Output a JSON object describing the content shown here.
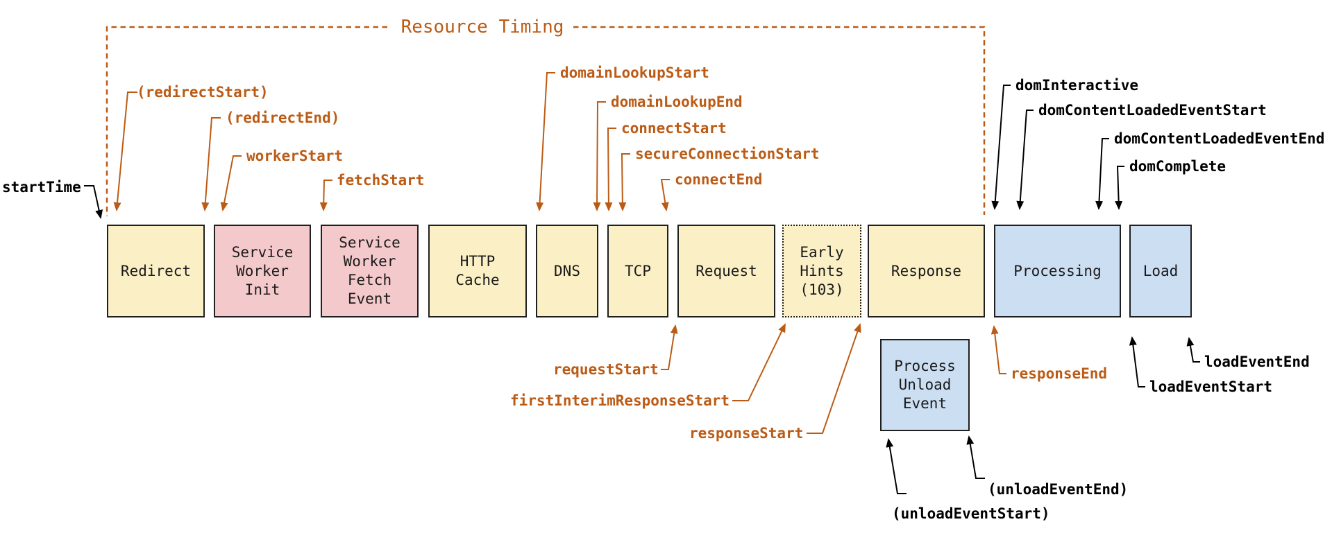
{
  "title": "Resource Timing",
  "palette": {
    "annotation_orange": "#bb5b15",
    "network_phase_yellow": "#faefc5",
    "service_worker_pink": "#f4c9cc",
    "dom_processing_blue": "#cbdef2",
    "box_border": "#1f1f1f",
    "annotation_black": "#000000"
  },
  "boxes": [
    {
      "id": "redirect",
      "label": "Redirect",
      "fill": "yellow"
    },
    {
      "id": "service-worker-init",
      "label": "Service\nWorker\nInit",
      "fill": "pink"
    },
    {
      "id": "service-worker-fetch-event",
      "label": "Service\nWorker\nFetch\nEvent",
      "fill": "pink"
    },
    {
      "id": "http-cache",
      "label": "HTTP\nCache",
      "fill": "yellow"
    },
    {
      "id": "dns",
      "label": "DNS",
      "fill": "yellow"
    },
    {
      "id": "tcp",
      "label": "TCP",
      "fill": "yellow"
    },
    {
      "id": "request",
      "label": "Request",
      "fill": "yellow"
    },
    {
      "id": "early-hints",
      "label": "Early\nHints\n(103)",
      "fill": "yellow",
      "border": "dotted"
    },
    {
      "id": "response",
      "label": "Response",
      "fill": "yellow"
    },
    {
      "id": "processing",
      "label": "Processing",
      "fill": "blue"
    },
    {
      "id": "load",
      "label": "Load",
      "fill": "blue"
    },
    {
      "id": "process-unload-event",
      "label": "Process\nUnload\nEvent",
      "fill": "blue"
    }
  ],
  "labels": [
    {
      "id": "redirect-start",
      "text": "(redirectStart)",
      "color": "orange"
    },
    {
      "id": "redirect-end",
      "text": "(redirectEnd)",
      "color": "orange"
    },
    {
      "id": "worker-start",
      "text": "workerStart",
      "color": "orange"
    },
    {
      "id": "fetch-start",
      "text": "fetchStart",
      "color": "orange"
    },
    {
      "id": "domain-lookup-start",
      "text": "domainLookupStart",
      "color": "orange"
    },
    {
      "id": "domain-lookup-end",
      "text": "domainLookupEnd",
      "color": "orange"
    },
    {
      "id": "connect-start",
      "text": "connectStart",
      "color": "orange"
    },
    {
      "id": "secure-connection-start",
      "text": "secureConnectionStart",
      "color": "orange"
    },
    {
      "id": "connect-end",
      "text": "connectEnd",
      "color": "orange"
    },
    {
      "id": "request-start",
      "text": "requestStart",
      "color": "orange"
    },
    {
      "id": "first-interim-response-start",
      "text": "firstInterimResponseStart",
      "color": "orange"
    },
    {
      "id": "response-start",
      "text": "responseStart",
      "color": "orange"
    },
    {
      "id": "response-end",
      "text": "responseEnd",
      "color": "orange"
    },
    {
      "id": "start-time",
      "text": "startTime",
      "color": "black"
    },
    {
      "id": "dom-interactive",
      "text": "domInteractive",
      "color": "black"
    },
    {
      "id": "dom-content-loaded-event-start",
      "text": "domContentLoadedEventStart",
      "color": "black"
    },
    {
      "id": "dom-content-loaded-event-end",
      "text": "domContentLoadedEventEnd",
      "color": "black"
    },
    {
      "id": "dom-complete",
      "text": "domComplete",
      "color": "black"
    },
    {
      "id": "load-event-end",
      "text": "loadEventEnd",
      "color": "black"
    },
    {
      "id": "load-event-start",
      "text": "loadEventStart",
      "color": "black"
    },
    {
      "id": "unload-event-end",
      "text": "(unloadEventEnd)",
      "color": "black"
    },
    {
      "id": "unload-event-start",
      "text": "(unloadEventStart)",
      "color": "black"
    }
  ]
}
